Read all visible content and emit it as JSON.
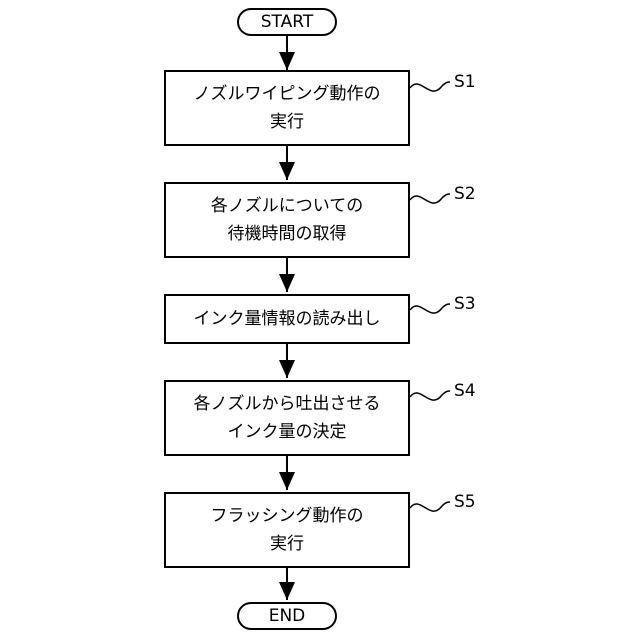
{
  "start": "START",
  "end": "END",
  "steps": [
    {
      "id": "S1",
      "lines": [
        "ノズルワイピング動作の",
        "実行"
      ]
    },
    {
      "id": "S2",
      "lines": [
        "各ノズルについての",
        "待機時間の取得"
      ]
    },
    {
      "id": "S3",
      "lines": [
        "インク量情報の読み出し"
      ]
    },
    {
      "id": "S4",
      "lines": [
        "各ノズルから吐出させる",
        "インク量の決定"
      ]
    },
    {
      "id": "S5",
      "lines": [
        "フラッシング動作の",
        "実行"
      ]
    }
  ]
}
